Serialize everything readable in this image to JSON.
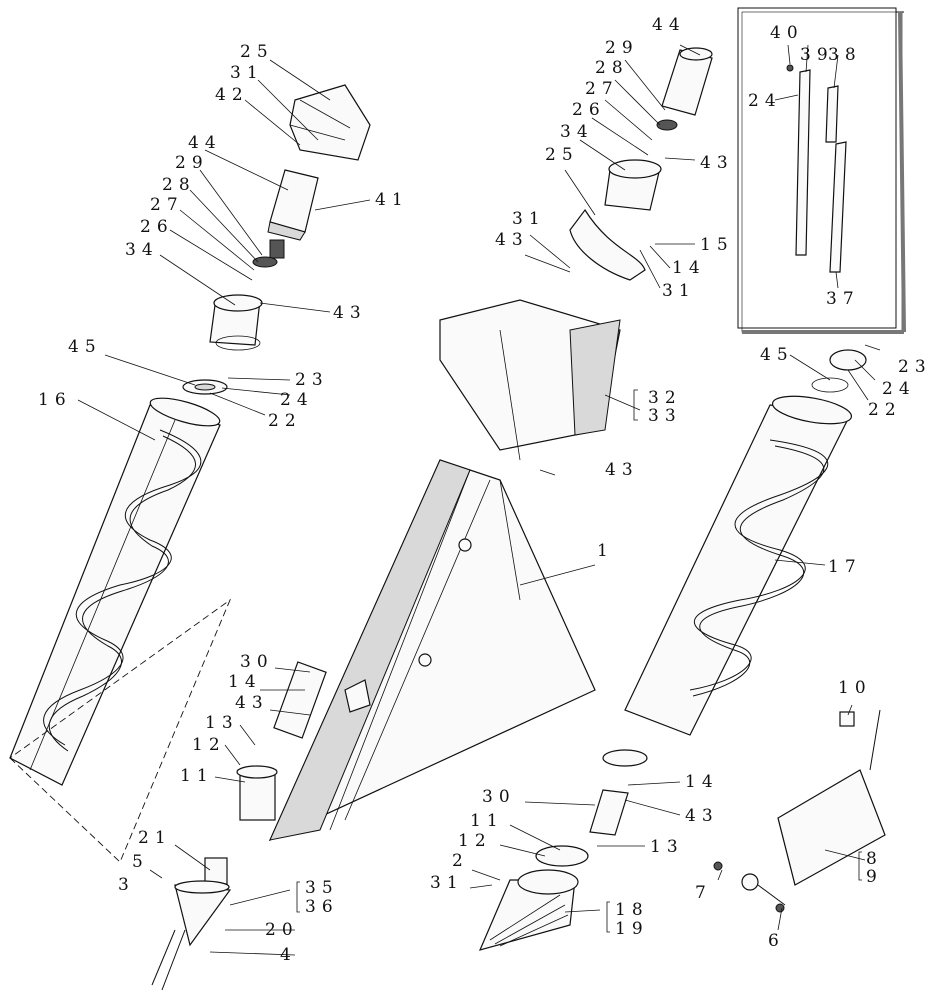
{
  "callouts": {
    "l25": "25",
    "l31": "31",
    "l42": "42",
    "l44": "44",
    "l41": "41",
    "l29": "29",
    "l28": "28",
    "l27": "27",
    "l26": "26",
    "l34": "34",
    "l43a": "43",
    "l45": "45",
    "l23": "23",
    "l24": "24",
    "l22": "22",
    "l16": "16",
    "l30": "30",
    "l14": "14",
    "l43b": "43",
    "l13": "13",
    "l12": "12",
    "l11": "11",
    "l21": "21",
    "l5": "5",
    "l3": "3",
    "l35": "35",
    "l36": "36",
    "l20": "20",
    "l4": "4",
    "r44": "44",
    "r29": "29",
    "r28": "28",
    "r27": "27",
    "r26": "26",
    "r34": "34",
    "r43a": "43",
    "r25": "25",
    "r31a": "31",
    "r43b": "43",
    "r15": "15",
    "r14": "14",
    "r31b": "31",
    "r32": "32",
    "r33": "33",
    "r43c": "43",
    "r45": "45",
    "r23": "23",
    "r24": "24",
    "r22": "22",
    "r17": "17",
    "r1": "1",
    "b30": "30",
    "b14": "14",
    "b43": "43",
    "b11": "11",
    "b12": "12",
    "b13": "13",
    "b2": "2",
    "b31": "31",
    "b18": "18",
    "b19": "19",
    "k10": "10",
    "k7": "7",
    "k8": "8",
    "k9": "9",
    "k6": "6",
    "i40": "40",
    "i39": "39",
    "i38": "38",
    "i24": "24",
    "i37": "37"
  }
}
